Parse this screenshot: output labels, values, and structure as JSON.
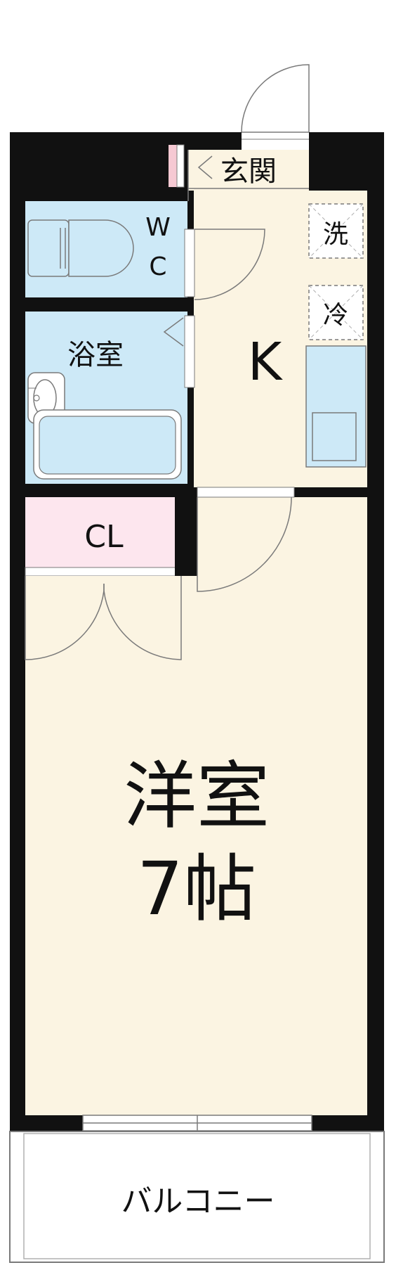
{
  "floorplan": {
    "rooms": {
      "entrance": "玄関",
      "toilet_w": "W",
      "toilet_c": "C",
      "bathroom": "浴室",
      "kitchen": "K",
      "washer": "洗",
      "fridge": "冷",
      "closet": "CL",
      "western_room": "洋室",
      "room_size": "7帖",
      "balcony": "バルコニー"
    },
    "colors": {
      "wall": "#111111",
      "floor": "#fbf4e2",
      "wet_area": "#cde9f7",
      "closet": "#fde6ee",
      "entrance_accent": "#f6c9d3",
      "line": "#7a7a7a"
    }
  }
}
